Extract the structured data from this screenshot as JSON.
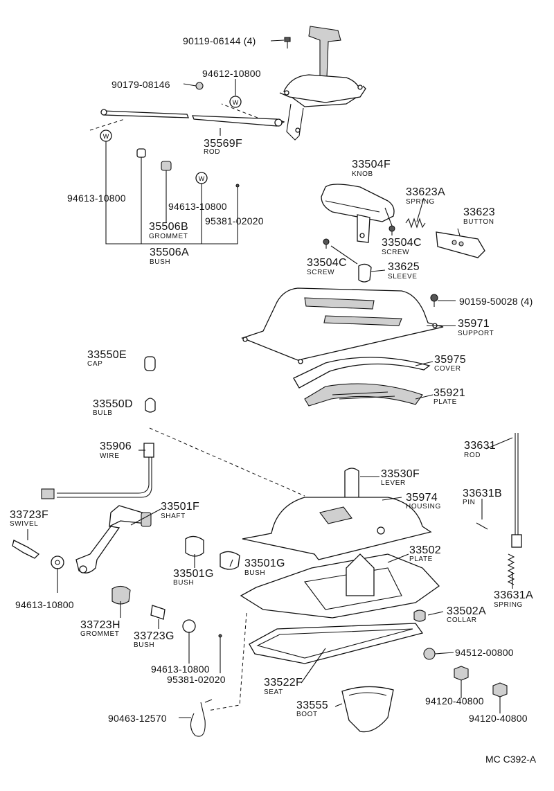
{
  "figure_code": "MC C392-A",
  "parts": [
    {
      "id": "p1",
      "number": "90119-06144 (4)",
      "name": ""
    },
    {
      "id": "p2",
      "number": "94612-10800",
      "name": ""
    },
    {
      "id": "p3",
      "number": "90179-08146",
      "name": ""
    },
    {
      "id": "p4",
      "number": "35569F",
      "name": "ROD"
    },
    {
      "id": "p5",
      "number": "94613-10800",
      "name": ""
    },
    {
      "id": "p6",
      "number": "94613-10800",
      "name": ""
    },
    {
      "id": "p7",
      "number": "95381-02020",
      "name": ""
    },
    {
      "id": "p8",
      "number": "35506B",
      "name": "GROMMET"
    },
    {
      "id": "p9",
      "number": "35506A",
      "name": "BUSH"
    },
    {
      "id": "p10",
      "number": "33504F",
      "name": "KNOB"
    },
    {
      "id": "p11",
      "number": "33623A",
      "name": "SPRING"
    },
    {
      "id": "p12",
      "number": "33623",
      "name": "BUTTON"
    },
    {
      "id": "p13",
      "number": "33504C",
      "name": "SCREW"
    },
    {
      "id": "p14",
      "number": "33504C",
      "name": "SCREW"
    },
    {
      "id": "p15",
      "number": "33625",
      "name": "SLEEVE"
    },
    {
      "id": "p16",
      "number": "90159-50028 (4)",
      "name": ""
    },
    {
      "id": "p17",
      "number": "35971",
      "name": "SUPPORT"
    },
    {
      "id": "p18",
      "number": "33550E",
      "name": "CAP"
    },
    {
      "id": "p19",
      "number": "35975",
      "name": "COVER"
    },
    {
      "id": "p20",
      "number": "35921",
      "name": "PLATE"
    },
    {
      "id": "p21",
      "number": "33550D",
      "name": "BULB"
    },
    {
      "id": "p22",
      "number": "35906",
      "name": "WIRE"
    },
    {
      "id": "p23",
      "number": "33631",
      "name": "ROD"
    },
    {
      "id": "p24",
      "number": "33530F",
      "name": "LEVER"
    },
    {
      "id": "p25",
      "number": "35974",
      "name": "HOUSING"
    },
    {
      "id": "p26",
      "number": "33631B",
      "name": "PIN"
    },
    {
      "id": "p27",
      "number": "33501F",
      "name": "SHAFT"
    },
    {
      "id": "p28",
      "number": "33723F",
      "name": "SWIVEL"
    },
    {
      "id": "p29",
      "number": "33502",
      "name": "PLATE"
    },
    {
      "id": "p30",
      "number": "33501G",
      "name": "BUSH"
    },
    {
      "id": "p31",
      "number": "33501G",
      "name": "BUSH"
    },
    {
      "id": "p32",
      "number": "33631A",
      "name": "SPRING"
    },
    {
      "id": "p33",
      "number": "94613-10800",
      "name": ""
    },
    {
      "id": "p34",
      "number": "33502A",
      "name": "COLLAR"
    },
    {
      "id": "p35",
      "number": "33723H",
      "name": "GROMMET"
    },
    {
      "id": "p36",
      "number": "33723G",
      "name": "BUSH"
    },
    {
      "id": "p37",
      "number": "94512-00800",
      "name": ""
    },
    {
      "id": "p38",
      "number": "94613-10800",
      "name": ""
    },
    {
      "id": "p39",
      "number": "95381-02020",
      "name": ""
    },
    {
      "id": "p40",
      "number": "33522F",
      "name": "SEAT"
    },
    {
      "id": "p41",
      "number": "94120-40800",
      "name": ""
    },
    {
      "id": "p42",
      "number": "33555",
      "name": "BOOT"
    },
    {
      "id": "p43",
      "number": "94120-40800",
      "name": ""
    },
    {
      "id": "p44",
      "number": "90463-12570",
      "name": ""
    }
  ]
}
